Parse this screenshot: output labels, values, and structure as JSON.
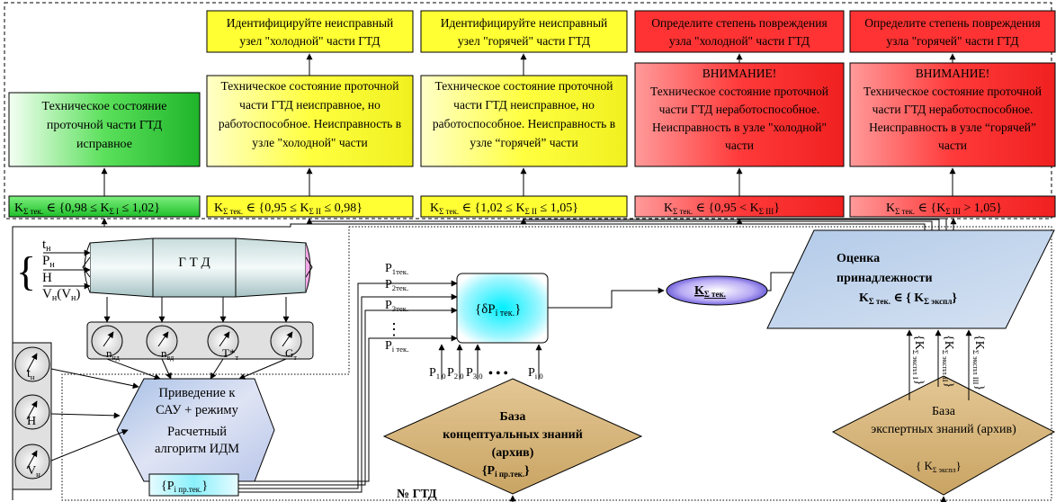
{
  "status_boxes": {
    "normal": {
      "lines": [
        "Техническое состояние",
        "проточной части ГТД",
        "исправное"
      ],
      "condition": {
        "base": "K",
        "sub": "Σ тек.",
        "rest": " ∈ {0,98 ≤ K",
        "sub2": "Σ I",
        "rest2": " ≤ 1,02}"
      }
    },
    "cold_fault": {
      "lines": [
        "Техническое состояние проточной",
        "части ГТД неисправное, но",
        "работоспособное. Неисправность в",
        "узле \"холодной\" части"
      ],
      "condition": {
        "base": "K",
        "sub": "Σ тек.",
        "rest": " ∈ {0,95 ≤ K",
        "sub2": "Σ II",
        "rest2": " ≤ 0,98}"
      }
    },
    "hot_fault": {
      "lines": [
        "Техническое состояние проточной",
        "части ГТД неисправное, но",
        "работоспособное. Неисправность в",
        "узле “горячей” части"
      ],
      "condition": {
        "base": "K",
        "sub": "Σ тек.",
        "rest": " ∈ {1,02 ≤ K",
        "sub2": "Σ II",
        "rest2": " ≤ 1,05}"
      }
    },
    "cold_failure": {
      "lines": [
        "ВНИМАНИЕ!",
        "Техническое состояние проточной",
        "части ГТД неработоспособное.",
        "Неисправность в узле \"холодной\"",
        "части"
      ],
      "condition": {
        "base": "K",
        "sub": "Σ тек.",
        "rest": " ∈ {0,95 < K",
        "sub2": "Σ III",
        "rest2": "}"
      }
    },
    "hot_failure": {
      "lines": [
        "ВНИМАНИЕ!",
        "Техническое состояние проточной",
        "части ГТД неработоспособное.",
        "Неисправность в узле “горячей”",
        "части"
      ],
      "condition": {
        "base": "K",
        "sub": "Σ тек.",
        "rest": " ∈ {K",
        "sub2": "Σ III",
        "rest2": " > 1,05}"
      }
    }
  },
  "action_boxes": {
    "identify_cold": [
      "Идентифицируйте неисправный",
      "узел \"холодной\" части ГТД"
    ],
    "identify_hot": [
      "Идентифицируйте неисправный",
      "узел \"горячей\" части ГТД"
    ],
    "damage_cold": [
      "Определите степень повреждения",
      "узла \"холодной\" части ГТД"
    ],
    "damage_hot": [
      "Определите степень повреждения",
      "узла \"горячей\" части ГТД"
    ]
  },
  "engine": {
    "label": "Г Т Д",
    "inputs": [
      "t",
      "P",
      "H",
      "V"
    ],
    "inputs_sub": [
      "н",
      "н",
      "",
      "н"
    ],
    "v_extra": "(V",
    "v_extra_sub": "н",
    "v_extra_close": ")"
  },
  "sensors": {
    "engine_gauges": [
      {
        "base": "n",
        "sub": "нд"
      },
      {
        "base": "n",
        "sub": "вд"
      },
      {
        "base": "T*",
        "sub": "т"
      },
      {
        "base": "G",
        "sub": "т"
      }
    ],
    "ambient_gauges": [
      {
        "base": "t",
        "sub": "н"
      },
      {
        "base": "H",
        "sub": ""
      },
      {
        "base": "V",
        "sub": "н"
      }
    ]
  },
  "reduction_block": {
    "lines": [
      "Приведение к",
      "САУ + режиму",
      "Расчетный",
      "алгоритм ИДМ"
    ],
    "output": {
      "base": "{P",
      "sub": "i пр.тек.",
      "rest": "}"
    }
  },
  "params_current": [
    {
      "base": "P",
      "sub": "1тек."
    },
    {
      "base": "P",
      "sub": "2тек."
    },
    {
      "base": "P",
      "sub": "3тек."
    },
    {
      "base": "P",
      "sub": "i тек."
    }
  ],
  "params_base": [
    {
      "base": "P",
      "sub": "1 0"
    },
    {
      "base": "P",
      "sub": "2 0"
    },
    {
      "base": "P",
      "sub": "3 0"
    },
    {
      "base": "P",
      "sub": "i 0"
    }
  ],
  "ellipsis": "• • •",
  "delta_block": {
    "base": "{δP",
    "sub": "i тек.",
    "rest": "}"
  },
  "k_current": {
    "base": "K",
    "sub": "Σ тек."
  },
  "assessment": {
    "line1": "Оценка",
    "line2": "принадлежности",
    "formula": {
      "base": "K",
      "sub": "Σ тек.",
      "rest": " ∈ { K",
      "sub2": "Σ экспл",
      "rest2": "}"
    }
  },
  "concept_base": {
    "lines": [
      "База",
      "концептуальных знаний",
      "(архив)"
    ],
    "formula": {
      "base": "{P",
      "sub": "i пр.тек.",
      "rest": "}"
    }
  },
  "expert_base": {
    "lines": [
      "База",
      "экспертных знаний (архив)"
    ],
    "formula": {
      "base": "{ K",
      "sub": "Σ экспл",
      "rest": "}"
    }
  },
  "expert_sets": [
    {
      "base": "{K",
      "sub": "Σ экспл I",
      "rest": "}"
    },
    {
      "base": "{K",
      "sub": "Σ экспл II",
      "rest": "}"
    },
    {
      "base": "{K",
      "sub": "Σ экспл III",
      "rest": "}"
    }
  ],
  "gtd_number": "№ ГТД",
  "colors": {
    "green": "#22c832",
    "yellow": "#ffff33",
    "red": "#ff3333",
    "gold": "#d9b77a",
    "blue_light": "#bcd3ec",
    "cyan": "#00e8ff"
  }
}
